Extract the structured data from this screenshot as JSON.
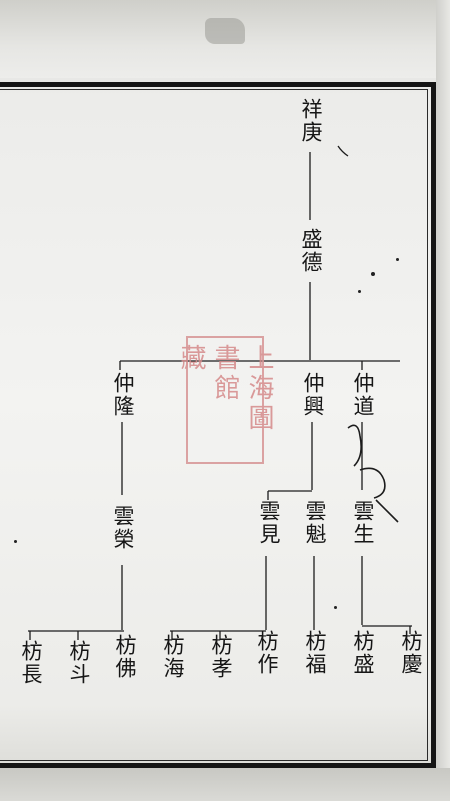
{
  "document": {
    "generation_1": {
      "xiang_geng": "祥庚"
    },
    "generation_2": {
      "sheng_de": "盛德"
    },
    "generation_3": {
      "zhong_long": "仲隆",
      "zhong_xing": "仲興",
      "zhong_dao": "仲道"
    },
    "generation_4": {
      "yun_rong": "雲榮",
      "yun_jian": "雲見",
      "yun_kui": "雲魁",
      "yun_sheng": "雲生"
    },
    "generation_5": {
      "fang_zhang": "枋長",
      "fang_dou": "枋斗",
      "fang_fo": "枋佛",
      "fang_hai": "枋海",
      "fang_xiao": "枋孝",
      "fang_zuo": "枋作",
      "fang_fu": "枋福",
      "fang_sheng": "枋盛",
      "fang_qing": "枋慶"
    },
    "seal_text": [
      "上海圖",
      "書館",
      "藏"
    ]
  }
}
